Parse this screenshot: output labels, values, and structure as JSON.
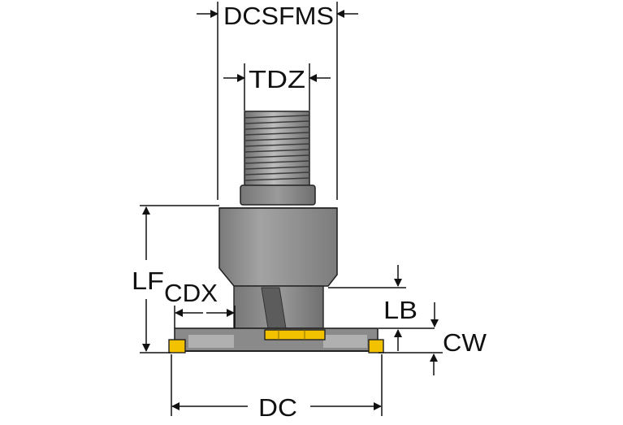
{
  "dimensions": {
    "dcsfms": "DCSFMS",
    "tdz": "TDZ",
    "lf": "LF",
    "cdx": "CDX",
    "lb": "LB",
    "cw": "CW",
    "dc": "DC"
  },
  "colors": {
    "body": "#8e8e8e",
    "body_dark": "#5a5a5a",
    "body_light": "#c2c2c2",
    "outline": "#222222",
    "insert": "#f2c200",
    "dimension_line": "#111111"
  }
}
